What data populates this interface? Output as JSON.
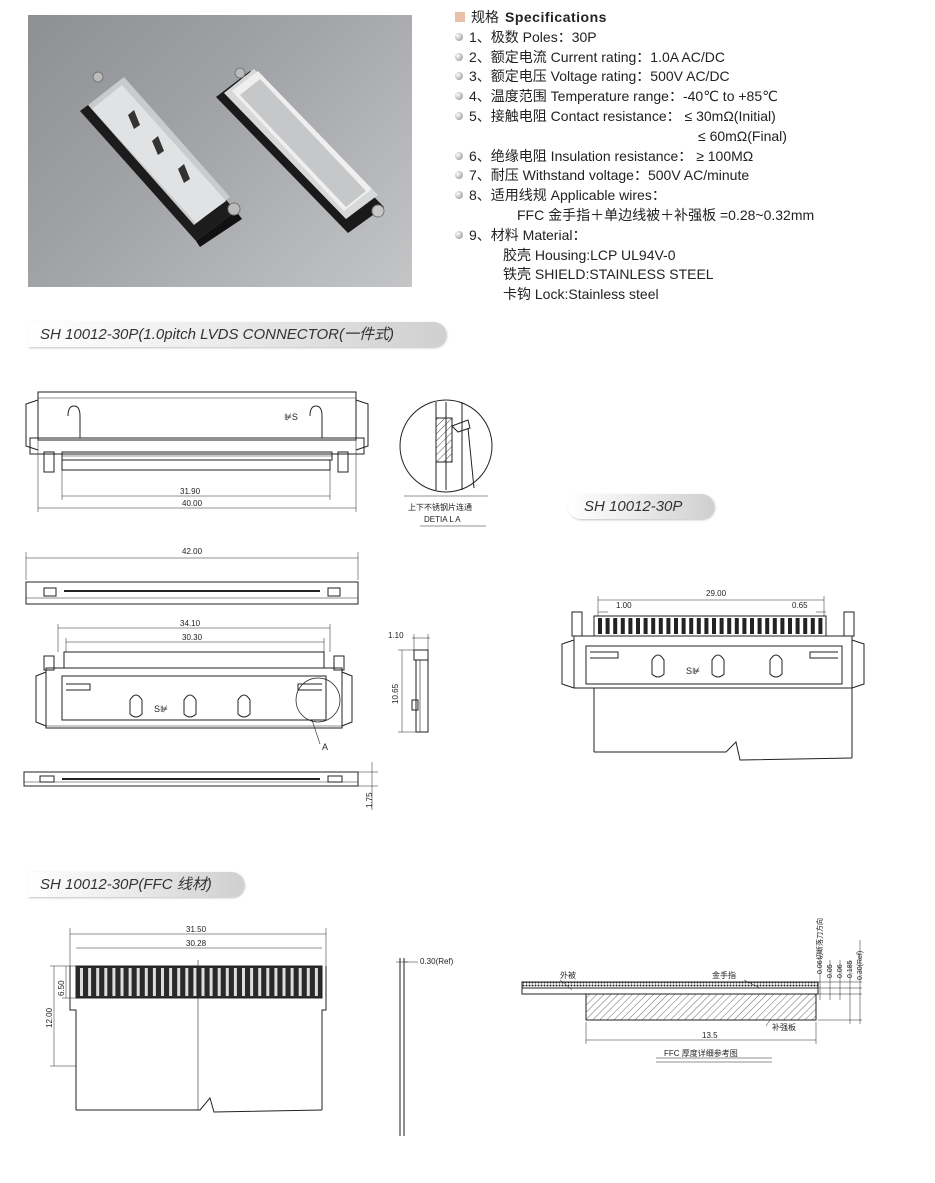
{
  "photo": {
    "alt": "connector photo"
  },
  "specs": {
    "heading_cn": "规格",
    "heading_en": "Specifications",
    "rows": [
      {
        "text": "1、极数 Poles：30P",
        "bullet": true
      },
      {
        "text": "2、额定电流 Current rating：1.0A AC/DC",
        "bullet": true
      },
      {
        "text": "3、额定电压 Voltage rating：500V AC/DC",
        "bullet": true
      },
      {
        "text": "4、温度范围 Temperature range：-40℃  to +85℃",
        "bullet": true
      },
      {
        "text": "5、接触电阻 Contact resistance：  ≤ 30mΩ(Initial)",
        "bullet": true
      },
      {
        "text": "≤ 60mΩ(Final)",
        "bullet": false,
        "indent": "contact"
      },
      {
        "text": "6、绝缘电阻 Insulation resistance：  ≥ 100MΩ",
        "bullet": true
      },
      {
        "text": "7、耐压 Withstand voltage：500V AC/minute",
        "bullet": true
      },
      {
        "text": "8、适用线规 Applicable wires：",
        "bullet": true
      },
      {
        "text": "FFC 金手指＋单边线被＋补强板 =0.28~0.32mm",
        "bullet": false,
        "indent": "wire"
      },
      {
        "text": "9、材料 Material：",
        "bullet": true
      },
      {
        "text": "胶壳 Housing:LCP UL94V-0",
        "bullet": false,
        "indent": "mat"
      },
      {
        "text": "铁壳 SHIELD:STAINLESS STEEL",
        "bullet": false,
        "indent": "mat"
      },
      {
        "text": "卡钩 Lock:Stainless steel",
        "bullet": false,
        "indent": "mat"
      }
    ]
  },
  "banners": {
    "main": "SH 10012-30P(1.0pitch LVDS CONNECTOR(一件式)",
    "side": "SH 10012-30P",
    "ffc": "SH 10012-30P(FFC 线材)"
  },
  "drawing": {
    "marking_top": "⊯S",
    "marking_front": "S⊯",
    "marking_side": "S⊯",
    "detail_note": "上下不锈钢片连通",
    "detail_label": "DETIA  L  A",
    "ref_a": "A",
    "dims": {
      "top_inner": "31.90",
      "top_outer": "40.00",
      "side_len": "42.00",
      "front_outer": "34.10",
      "front_inner": "30.30",
      "prof_w": "1.10",
      "prof_h": "10.65",
      "bottom_h": "1.75",
      "pin_span": "29.00",
      "pitch": "1.00",
      "pin_w": "0.65",
      "ffc_outer": "31.50",
      "ffc_inner": "30.28",
      "ffc_finger": "6.50",
      "ffc_len": "12.00",
      "ffc_thk": "0.30(Ref)",
      "layer_a": "0.06",
      "layer_b": "0.05",
      "layer_c": "0.06",
      "layer_d": "0.185",
      "layer_total": "0.30(Ref)",
      "stiff_len": "13.5"
    },
    "labels": {
      "cover": "外被",
      "gold": "金手指",
      "stiffener": "补强板",
      "cut_dir": "切断落刀方向",
      "caption": "FFC 厚度详细参考图"
    }
  },
  "colors": {
    "banner_grey": "#cfcfcf",
    "bullet_square": "#e9bfa8",
    "ink": "#222222"
  }
}
